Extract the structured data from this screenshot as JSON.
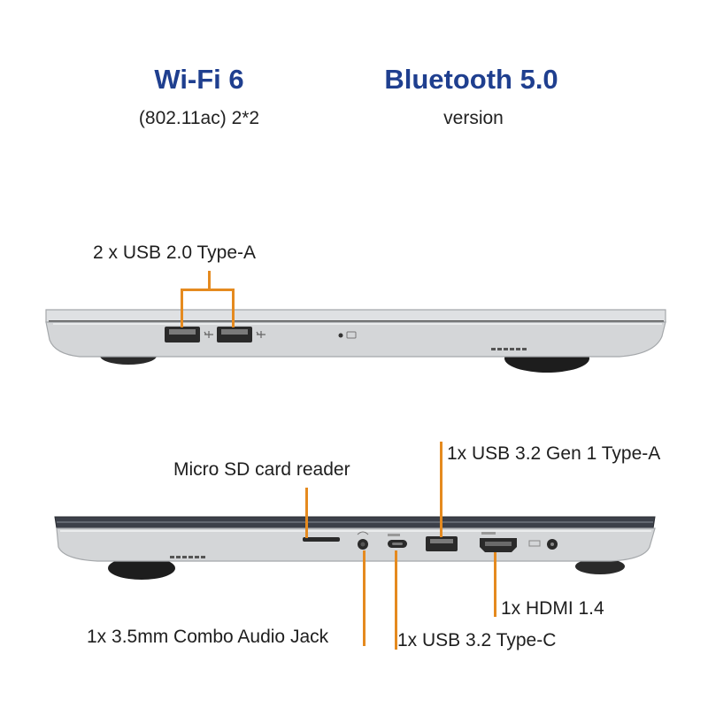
{
  "specs": {
    "wifi": {
      "title": "Wi-Fi 6",
      "subtitle": "(802.11ac) 2*2"
    },
    "bluetooth": {
      "title": "Bluetooth 5.0",
      "subtitle": "version"
    }
  },
  "left_side": {
    "callouts": {
      "usb2": "2 x USB 2.0 Type-A"
    }
  },
  "right_side": {
    "callouts": {
      "sd": "Micro SD card reader",
      "usb32a": "1x USB 3.2 Gen 1 Type-A",
      "audio": "1x 3.5mm Combo Audio Jack",
      "usbc": "1x USB 3.2 Type-C",
      "hdmi": "1x HDMI 1.4"
    }
  },
  "colors": {
    "title": "#1f3f8f",
    "leader": "#e58a1f",
    "chassis": "#d4d6d8",
    "port": "#2a2a2a"
  },
  "icons": [
    "usb-icon",
    "battery-led-icon",
    "sd-slot-icon",
    "headphone-jack-icon",
    "usb-c-port-icon",
    "hdmi-port-icon",
    "dc-power-icon",
    "speaker-grille-icon"
  ]
}
